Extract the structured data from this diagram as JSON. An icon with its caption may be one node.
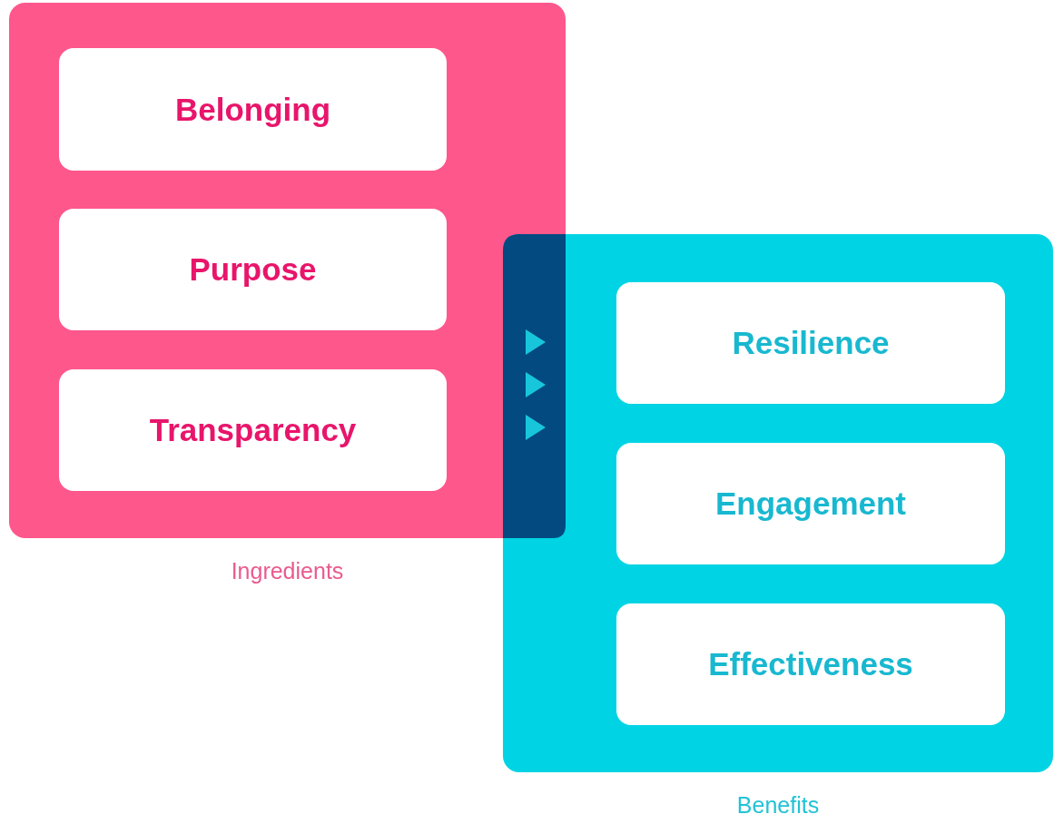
{
  "diagram": {
    "nodes": [
      {
        "text": [
          "Ingredients"
        ]
      },
      {
        "text": [
          "Belonging"
        ],
        "in": 0
      },
      {
        "text": [
          "Purpose"
        ],
        "in": 0
      },
      {
        "text": [
          "Transparency"
        ],
        "in": 0
      },
      {
        "text": [
          "Benefits"
        ]
      },
      {
        "text": [
          "Resilience"
        ],
        "in": 4
      },
      {
        "text": [
          "Engagement"
        ],
        "in": 4
      },
      {
        "text": [
          "Effectiveness"
        ],
        "in": 4
      }
    ]
  }
}
